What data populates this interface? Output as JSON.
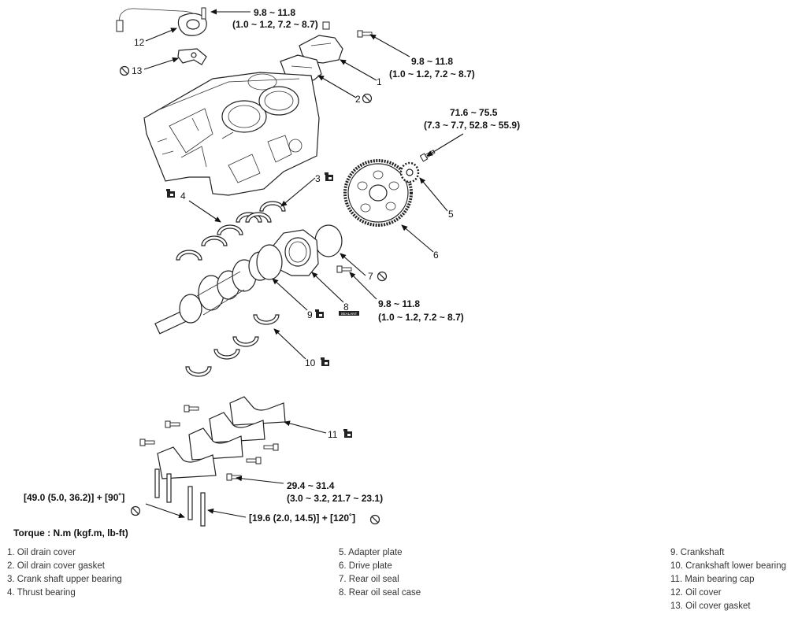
{
  "torque": {
    "t12_bolt": [
      "9.8 ~ 11.8",
      "(1.0 ~ 1.2, 7.2 ~ 8.7)"
    ],
    "t1_bolt": [
      "9.8 ~ 11.8",
      "(1.0 ~ 1.2, 7.2 ~ 8.7)"
    ],
    "t5_bolt": [
      "71.6 ~ 75.5",
      "(7.3 ~ 7.7, 52.8 ~ 55.9)"
    ],
    "t7_bolt": [
      "9.8 ~ 11.8",
      "(1.0 ~ 1.2, 7.2 ~ 8.7)"
    ],
    "cap_bolt": [
      "29.4 ~ 31.4",
      "(3.0 ~ 3.2, 21.7 ~ 23.1)"
    ],
    "main_bolt_left": "[49.0 (5.0, 36.2)] + [90˚]",
    "main_bolt_right": "[19.6 (2.0, 14.5)] + [120˚]"
  },
  "callouts": [
    "1",
    "2",
    "3",
    "4",
    "5",
    "6",
    "7",
    "8",
    "9",
    "10",
    "11",
    "12",
    "13"
  ],
  "sealant_label": "SEALANT",
  "torque_title": "Torque : N.m (kgf.m, lb-ft)",
  "legend": {
    "col1": [
      "1. Oil drain cover",
      "2. Oil drain cover gasket",
      "3. Crank shaft upper bearing",
      "4. Thrust bearing"
    ],
    "col2": [
      "5. Adapter plate",
      "6. Drive plate",
      "7. Rear oil seal",
      "8. Rear oil seal case"
    ],
    "col3": [
      "9. Crankshaft",
      "10. Crankshaft lower bearing",
      "11. Main bearing cap",
      "12. Oil cover",
      "13. Oil cover gasket"
    ]
  }
}
